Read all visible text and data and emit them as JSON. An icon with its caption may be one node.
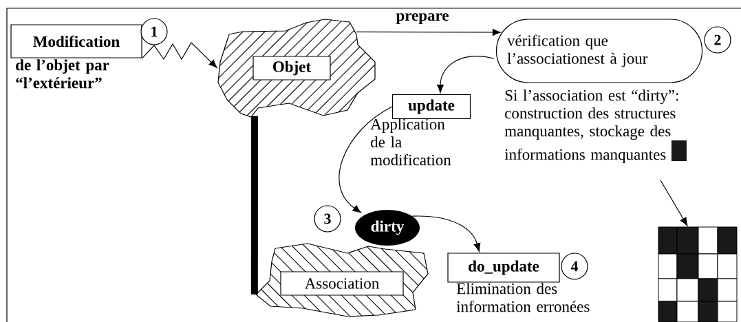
{
  "diagram": {
    "nodes": [
      {
        "text": [
          "Modification"
        ],
        "beside": [
          "de l’objet par “l’extérieur”"
        ]
      },
      {
        "text": [
          "1"
        ]
      },
      {
        "text": [],
        "shape": "cloud"
      },
      {
        "text": [
          "Objet"
        ],
        "in": 2
      },
      {
        "text": [
          "vérification que l’associationest à jour"
        ]
      },
      {
        "text": [
          "2"
        ]
      },
      {
        "text": [
          "update"
        ],
        "beside": [
          "Application de la modification"
        ]
      },
      {
        "text": [
          "3"
        ]
      },
      {
        "text": [
          "dirty"
        ]
      },
      {
        "text": [],
        "shape": "cloud"
      },
      {
        "text": [
          "Association"
        ],
        "in": 9
      },
      {
        "text": [
          "do_update"
        ],
        "beside": [
          "Elimination des information erronées"
        ]
      },
      {
        "text": [
          "4"
        ]
      },
      {
        "text": [],
        "shape": "picture"
      }
    ],
    "edges": [
      {
        "from": 0,
        "to": 2,
        "arrow": "to"
      },
      {
        "from": 2,
        "to": 4,
        "arrow": "to",
        "label": "prepare"
      },
      {
        "from": 4,
        "to": 6,
        "arrow": "to"
      },
      {
        "from": 6,
        "to": 8,
        "arrow": "to"
      },
      {
        "from": 8,
        "to": 11,
        "arrow": "to"
      },
      {
        "from": 2,
        "to": 9,
        "arrow": "none",
        "style": "thick"
      },
      {
        "from": null,
        "to": 13,
        "arrow": "to"
      }
    ],
    "labels": [
      "Si l’association est “dirty”: construction des structures manquantes, stockage des informations manquantes"
    ]
  }
}
